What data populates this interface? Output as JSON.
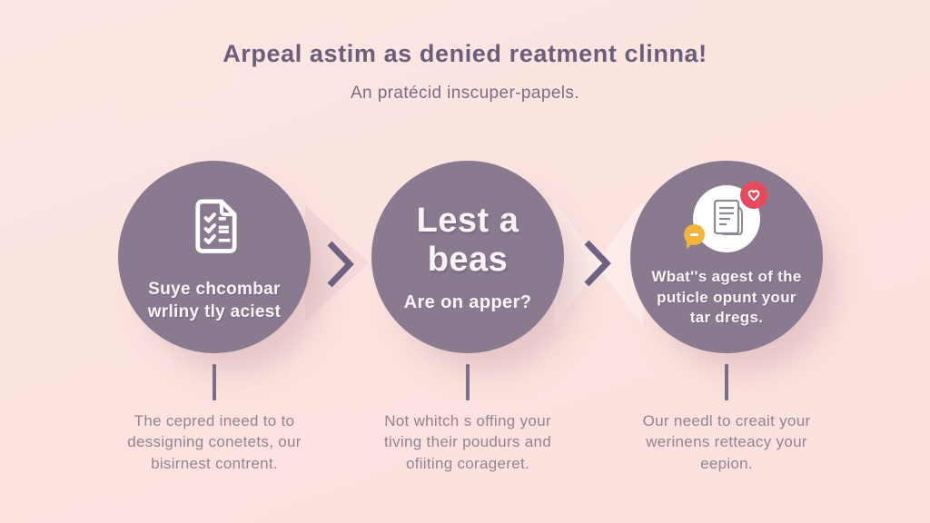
{
  "header": {
    "title": "Arpeal astim as denied reatment clinna!",
    "subtitle": "An pratécid inscuper-papels."
  },
  "steps": [
    {
      "icon": "checklist-document-icon",
      "text": "Suye chcombar wrliny tly aciest",
      "caption": "The cepred ineed to to dessigning conetets, our bisirnest contrent."
    },
    {
      "heading": "Lest a beas",
      "subheading": "Are on apper?",
      "caption": "Not whitch s offing your tiving their poudurs and ofiiting corageret."
    },
    {
      "icon": "document-feedback-icon",
      "text": "Wbat''s agest of the puticle opunt your tar dregs.",
      "caption": "Our needl to creait your werinens retteacy your eepion."
    }
  ],
  "separators": {
    "icon": "chevron-right-icon"
  },
  "colors": {
    "background": "#fce4e1",
    "circle": "#8a7a90",
    "title": "#6b5e7b",
    "subtitle": "#7d6d84",
    "caption": "#98828f",
    "circle_text": "#f9f5f6",
    "chevron": "#6e6280",
    "badge_red": "#e8495c",
    "badge_yellow": "#f1b43c"
  }
}
